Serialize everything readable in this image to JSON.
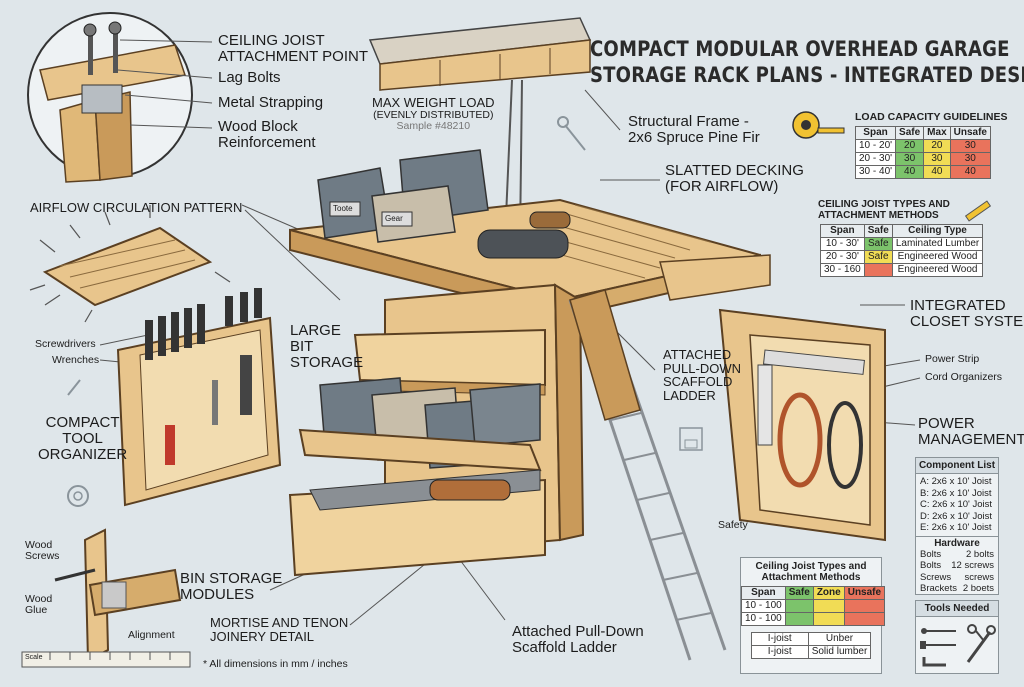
{
  "title": {
    "line1": "COMPACT MODULAR OVERHEAD GARAGE",
    "line2": "STORAGE RACK PLANS - INTEGRATED DESIGN"
  },
  "labels": {
    "joist_attach": [
      "CEILING JOIST",
      "ATTACHMENT POINT"
    ],
    "lag_bolts": "Lag Bolts",
    "metal_strapping": "Metal Strapping",
    "wood_block": [
      "Wood Block",
      "Reinforcement"
    ],
    "max_weight": [
      "MAX WEIGHT LOAD",
      "(EVENLY DISTRIBUTED)"
    ],
    "sample": "Sample #48210",
    "structural_frame": [
      "Structural Frame -",
      "2x6 Spruce Pine Fir"
    ],
    "slatted_decking": [
      "SLATTED DECKING",
      "(FOR AIRFLOW)"
    ],
    "airflow": "AIRFLOW CIRCULATION PATTERN",
    "screwdrivers": "Screwdrivers",
    "wrenches": "Wrenches",
    "compact_tool": [
      "COMPACT",
      "TOOL",
      "ORGANIZER"
    ],
    "large_bit": [
      "LARGE",
      "BIT",
      "STORAGE"
    ],
    "scaffold_top": [
      "ATTACHED",
      "PULL-DOWN",
      "SCAFFOLD",
      "LADDER"
    ],
    "closet": [
      "INTEGRATED",
      "CLOSET SYSTEM"
    ],
    "power_strip": "Power Strip",
    "cord_org": "Cord Organizers",
    "power_mgmt": [
      "POWER",
      "MANAGEMENT"
    ],
    "safety": "Safety",
    "wood_screws": [
      "Wood",
      "Screws"
    ],
    "wood_glue": [
      "Wood",
      "Glue"
    ],
    "alignment": "Alignment",
    "bin_storage": [
      "BIN STORAGE",
      "MODULES"
    ],
    "mortise": [
      "MORTISE AND TENON",
      "JOINERY DETAIL"
    ],
    "scaffold_bottom": [
      "Attached Pull-Down",
      "Scaffold Ladder"
    ],
    "dimensions": "* All dimensions in mm / inches",
    "scale": "Scale",
    "bin1": "Toote",
    "bin2": "Gear"
  },
  "load_table": {
    "title": "LOAD CAPACITY GUIDELINES",
    "headers": [
      "Span",
      "Safe",
      "Max",
      "Unsafe"
    ],
    "rows": [
      [
        "10 - 20'",
        "20",
        "20",
        "30"
      ],
      [
        "20 - 30'",
        "30",
        "30",
        "30"
      ],
      [
        "30 - 40'",
        "40",
        "40",
        "40"
      ]
    ]
  },
  "joist_table": {
    "title": [
      "CEILING JOIST TYPES AND",
      "ATTACHMENT METHODS"
    ],
    "headers": [
      "Span",
      "Safe",
      "Ceiling Type"
    ],
    "rows": [
      [
        "10 - 30'",
        "Safe",
        "Laminated Lumber"
      ],
      [
        "20 - 30'",
        "Safe",
        "Engineered Wood"
      ],
      [
        "30 - 160",
        "",
        "Engineered Wood"
      ]
    ]
  },
  "component_list": {
    "title": "Component List",
    "items": [
      "A: 2x6 x 10' Joist",
      "B: 2x6 x 10' Joist",
      "C: 2x6 x 10' Joist",
      "D: 2x6 x 10' Joist",
      "E: 2x6 x 10' Joist"
    ],
    "hardware_title": "Hardware",
    "hardware": [
      [
        "Bolts",
        "2 bolts"
      ],
      [
        "Bolts",
        "12 screws"
      ],
      [
        "Screws",
        "screws"
      ],
      [
        "Brackets",
        "2 boets"
      ]
    ]
  },
  "joist_table2": {
    "title": [
      "Ceiling Joist Types and",
      "Attachment Methods"
    ],
    "headers": [
      "Span",
      "Safe",
      "Zone",
      "Unsafe"
    ],
    "rows": [
      [
        "10 - 100",
        "",
        "",
        ""
      ],
      [
        "10 - 100",
        "",
        "",
        ""
      ]
    ]
  },
  "lumber_table": {
    "rows": [
      [
        "I-joist",
        "Unber"
      ],
      [
        "I-joist",
        "Solid lumber"
      ]
    ]
  },
  "tools": {
    "title": "Tools Needed"
  },
  "colors": {
    "wood": "#e8c58c",
    "wood_dark": "#c99a5a",
    "bin": "#6f7b85",
    "background": "#dfe6ea",
    "safe": "#7cc36b",
    "max": "#f1dc55",
    "unsafe": "#e9735c"
  }
}
